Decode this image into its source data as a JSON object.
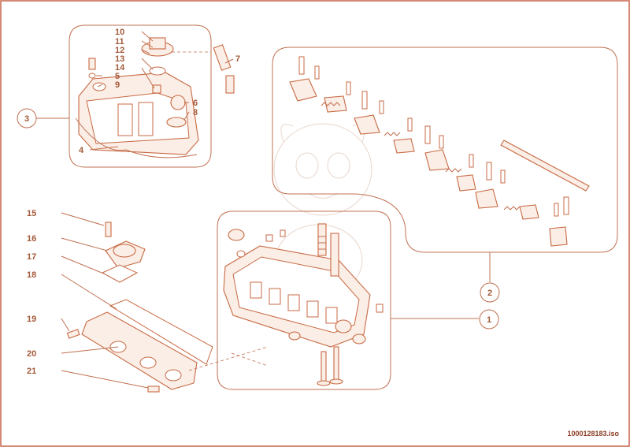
{
  "callouts": [
    "1",
    "2",
    "3",
    "4",
    "5",
    "6",
    "7",
    "8",
    "9",
    "10",
    "11",
    "12",
    "13",
    "14",
    "15",
    "16",
    "17",
    "18",
    "19",
    "20",
    "21"
  ],
  "drawing_code": "1000128183.iso",
  "colors": {
    "line": "#c07050",
    "text": "#a35a3a",
    "fill": "#fbeee6",
    "border": "#c8604a"
  }
}
